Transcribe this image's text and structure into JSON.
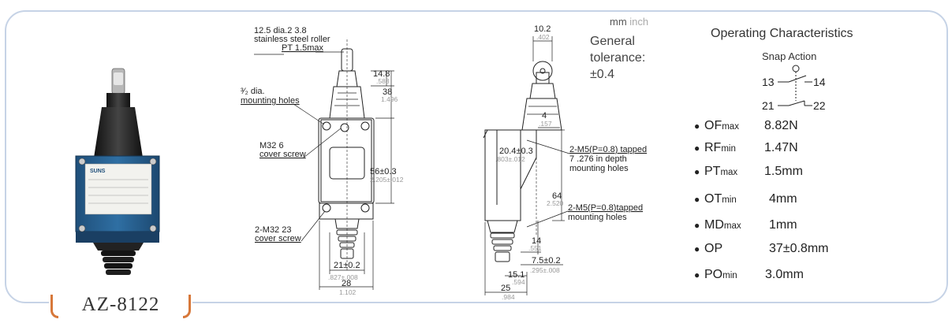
{
  "model": "AZ-8122",
  "units": {
    "mm": "mm",
    "inch": "inch"
  },
  "tolerance": [
    "General",
    "tolerance:",
    "±0.4"
  ],
  "operating": {
    "title": "Operating Characteristics",
    "snap_action": "Snap Action",
    "terminals": [
      "13",
      "14",
      "21",
      "22"
    ],
    "items": [
      {
        "sym": "OF",
        "sub": "max",
        "value": "8.82N"
      },
      {
        "sym": "RF",
        "sub": "min",
        "value": "1.47N"
      },
      {
        "sym": "PT",
        "sub": "max",
        "value": "1.5mm"
      },
      {
        "sym": "OT",
        "sub": "min",
        "value": "4mm"
      },
      {
        "sym": "MD",
        "sub": "max",
        "value": "1mm"
      },
      {
        "sym": "OP",
        "sub": "",
        "value": "37±0.8mm"
      },
      {
        "sym": "PO",
        "sub": "min",
        "value": "3.0mm"
      }
    ]
  },
  "front_view": {
    "roller_a": "12.5 dia.2  3.8",
    "roller_b": "stainless steel roller",
    "pt": "PT 1.5max",
    "mount_a": "³⁄₂ dia.",
    "mount_b": "mounting holes",
    "cover_a": "M32  6",
    "cover_b": "cover screw",
    "cover2_a": "2-M32  23",
    "cover2_b": "cover screw",
    "d148": "14.8",
    "d148i": ".583",
    "d38": "38",
    "d38i": "1.496",
    "d56": "56±0.3",
    "d56i": "2.205±.012",
    "d21": "21±0.2",
    "d21i": ".827±.008",
    "d28": "28",
    "d28i": "1.102"
  },
  "side_view": {
    "d102": "10.2",
    "d102i": ".402",
    "d4": "4",
    "d4i": ".157",
    "d204": "20.4±0.3",
    "d204i": ".803±.012",
    "tap_a": "2-M5(P=0.8)  tapped",
    "tap_b": "7  .276 in depth",
    "tap_c": "mounting holes",
    "d64": "64",
    "d64i": "2.520",
    "tap2_a": "2-M5(P=0.8)tapped",
    "tap2_b": "mounting holes",
    "d14": "14",
    "d14i": ".551",
    "d75": "7.5±0.2",
    "d75i": ".295±.008",
    "d151": "15.1",
    "d151i": ".594",
    "d25": "25",
    "d25i": ".984"
  }
}
